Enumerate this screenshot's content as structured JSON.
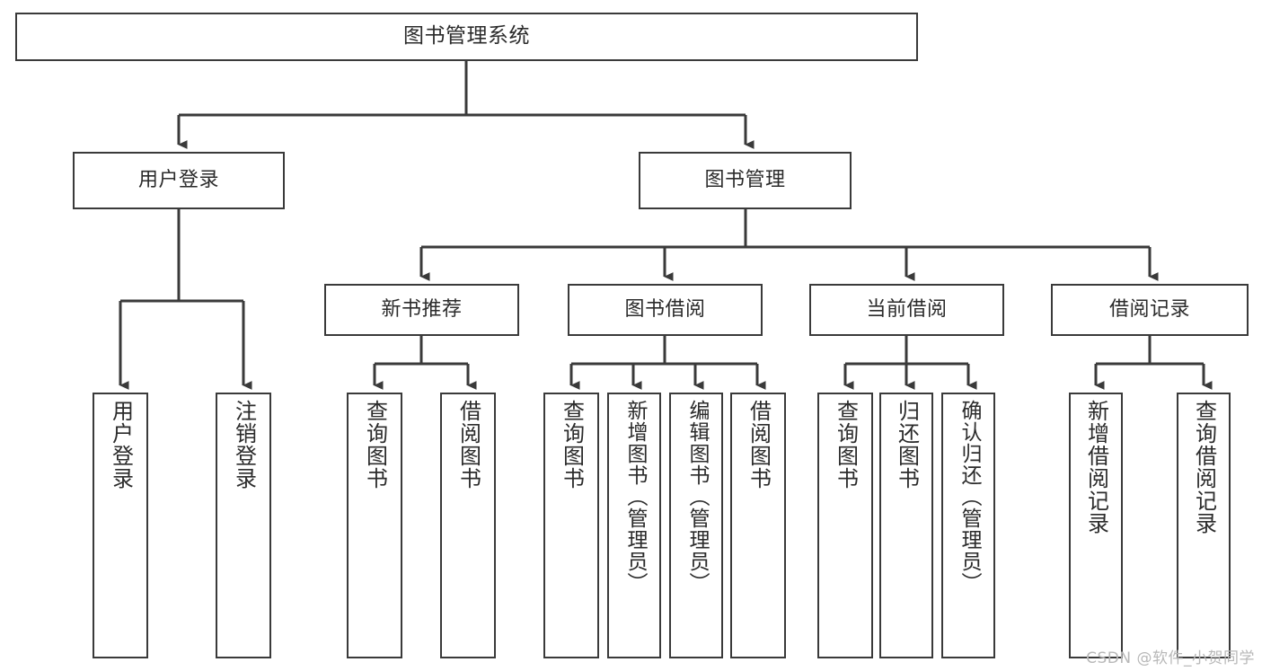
{
  "diagram": {
    "title": "图书管理系统",
    "type": "tree-hierarchy-chart",
    "orientation": "top-down",
    "colors": {
      "box_border": "#3a3a3a",
      "box_fill": "#ffffff",
      "edge": "#3a3a3a",
      "text": "#2b2b2b",
      "watermark": "#b8b8b8",
      "background": "#ffffff"
    },
    "root": {
      "label": "图书管理系统"
    },
    "level2": [
      {
        "label": "用户登录"
      },
      {
        "label": "图书管理"
      }
    ],
    "level3": [
      {
        "label": "新书推荐"
      },
      {
        "label": "图书借阅"
      },
      {
        "label": "当前借阅"
      },
      {
        "label": "借阅记录"
      }
    ],
    "leaves": {
      "user_login": [
        {
          "label": "用户登录"
        },
        {
          "label": "注销登录"
        }
      ],
      "new_book_recommend": [
        {
          "label": "查询图书"
        },
        {
          "label": "借阅图书"
        }
      ],
      "book_borrow": [
        {
          "label": "查询图书"
        },
        {
          "label": "新增图书（管理员）"
        },
        {
          "label": "编辑图书（管理员）"
        },
        {
          "label": "借阅图书"
        }
      ],
      "current_borrow": [
        {
          "label": "查询图书"
        },
        {
          "label": "归还图书"
        },
        {
          "label": "确认归还（管理员）"
        }
      ],
      "borrow_record": [
        {
          "label": "新增借阅记录"
        },
        {
          "label": "查询借阅记录"
        }
      ]
    },
    "watermark": "CSDN @软件_小贺同学"
  }
}
